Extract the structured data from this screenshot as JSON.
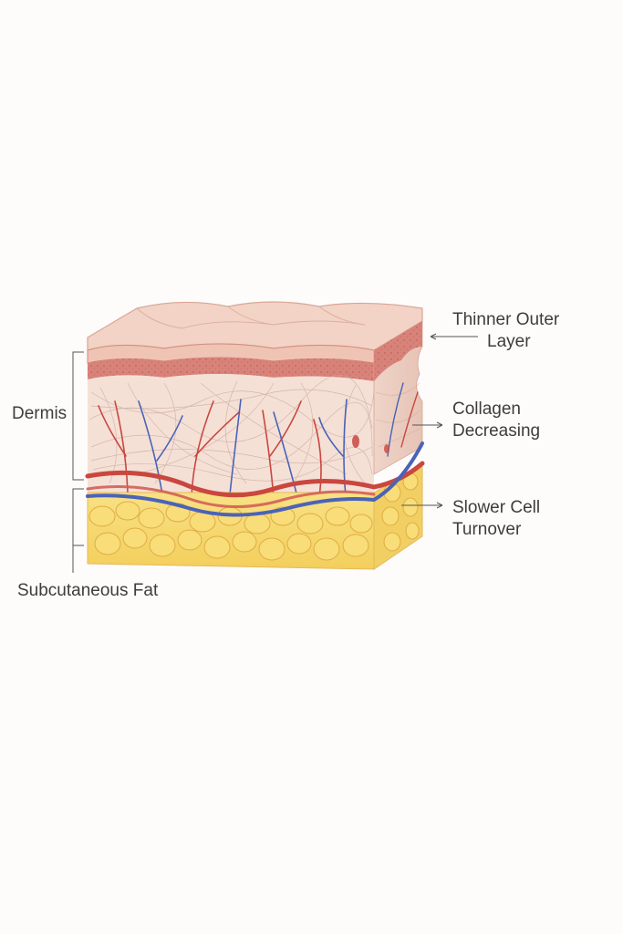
{
  "labels": {
    "thinner_outer_layer": [
      "Thinner Outer",
      "Layer"
    ],
    "collagen_decreasing": [
      "Collagen",
      "Decreasing"
    ],
    "slower_cell_turnover": [
      "Slower Cell",
      "Turnover"
    ],
    "dermis": "Dermis",
    "subcutaneous_fat": "Subcutaneous Fat"
  },
  "colors": {
    "epidermis_top": "#f2d3c5",
    "epidermis_band": "#d8837a",
    "dermis": "#f5e0d6",
    "fat": "#f7dc72",
    "artery": "#c9473f",
    "vein": "#4a63b8",
    "leader_line": "#555555"
  }
}
